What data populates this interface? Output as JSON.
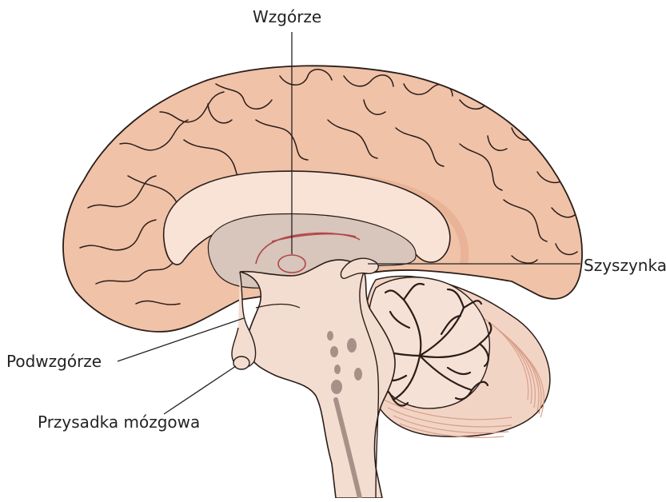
{
  "labels": {
    "thalamus": "Wzgórze",
    "pineal": "Szyszynka",
    "hypothalamus": "Podwzgórze",
    "pituitary": "Przysadka mózgowa"
  },
  "colors": {
    "cortex_fill": "#f0c2a8",
    "cortex_shadow": "#e3a98b",
    "outline": "#2a1d18",
    "corpus_callosum": "#f8e3d6",
    "ventricle": "#d8c5bb",
    "brainstem": "#f3ddd0",
    "cerebellum_fill": "#f2d4c5",
    "cerebellum_folds": "#d99f8a",
    "arbor_vitae": "#2a1d18",
    "thalamus_line": "#b1474a",
    "leader_line": "#222222"
  },
  "icons": {
    "figure": "brain-sagittal-section-illustration"
  }
}
